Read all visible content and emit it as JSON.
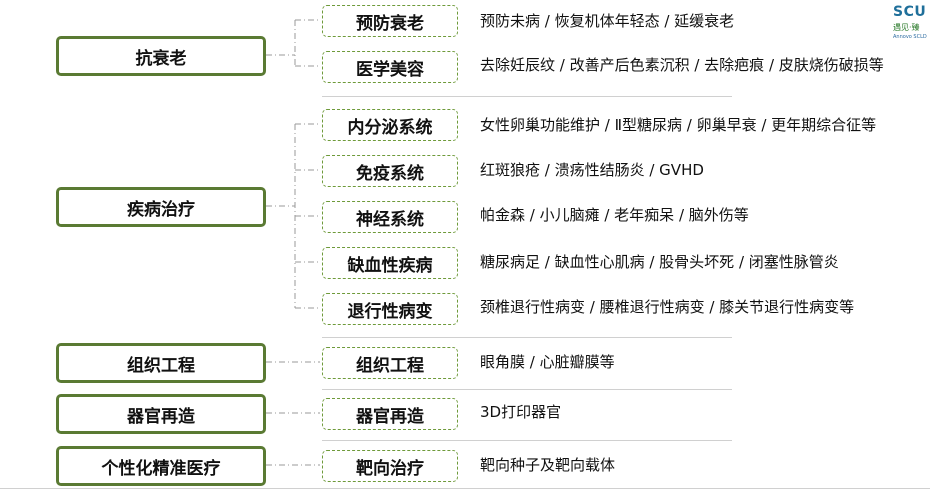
{
  "logo": {
    "main": "SCU",
    "sub": "遇见·臻",
    "small": "Annovo SCLD"
  },
  "categories": [
    {
      "label": "抗衰老",
      "items": [
        {
          "label": "预防衰老",
          "desc": "预防未病 / 恢复机体年轻态 / 延缓衰老"
        },
        {
          "label": "医学美容",
          "desc": "去除妊辰纹 / 改善产后色素沉积 / 去除疤痕 / 皮肤烧伤破损等"
        }
      ]
    },
    {
      "label": "疾病治疗",
      "items": [
        {
          "label": "内分泌系统",
          "desc": "女性卵巢功能维护 / Ⅱ型糖尿病 / 卵巢早衰 / 更年期综合征等"
        },
        {
          "label": "免疫系统",
          "desc": "红斑狼疮 / 溃疡性结肠炎 / GVHD"
        },
        {
          "label": "神经系统",
          "desc": "帕金森 / 小儿脑瘫 / 老年痴呆 / 脑外伤等"
        },
        {
          "label": "缺血性疾病",
          "desc": "糖尿病足 / 缺血性心肌病 / 股骨头坏死 / 闭塞性脉管炎"
        },
        {
          "label": "退行性病变",
          "desc": "颈椎退行性病变 / 腰椎退行性病变 / 膝关节退行性病变等"
        }
      ]
    },
    {
      "label": "组织工程",
      "items": [
        {
          "label": "组织工程",
          "desc": "眼角膜 / 心脏瓣膜等"
        }
      ]
    },
    {
      "label": "器官再造",
      "items": [
        {
          "label": "器官再造",
          "desc": "3D打印器官"
        }
      ]
    },
    {
      "label": "个性化精准医疗",
      "items": [
        {
          "label": "靶向治疗",
          "desc": "靶向种子及靶向载体"
        }
      ]
    }
  ]
}
